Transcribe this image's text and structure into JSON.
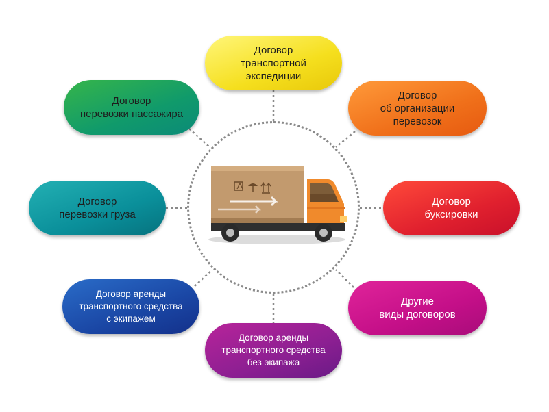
{
  "diagram": {
    "nodes": [
      {
        "id": "n-expedition",
        "label": "Договор\nтранспортной\nэкспедиции",
        "theme": "dark",
        "small": false
      },
      {
        "id": "n-passenger",
        "label": "Договор\nперевозки пассажира",
        "theme": "dark",
        "small": false
      },
      {
        "id": "n-organize",
        "label": "Договор\nоб организации\nперевозок",
        "theme": "dark",
        "small": false
      },
      {
        "id": "n-cargo",
        "label": "Договор\nперевозки груза",
        "theme": "dark",
        "small": false
      },
      {
        "id": "n-towing",
        "label": "Договор\nбуксировки",
        "theme": "light",
        "small": false
      },
      {
        "id": "n-crew",
        "label": "Договор аренды\nтранспортного средства\nс экипажем",
        "theme": "light",
        "small": true
      },
      {
        "id": "n-other",
        "label": "Другие\nвиды договоров",
        "theme": "light",
        "small": false
      },
      {
        "id": "n-nocrew",
        "label": "Договор аренды\nтранспортного средства\nбез экипажа",
        "theme": "light",
        "small": true
      }
    ],
    "hub_icon": "delivery-truck-icon",
    "colors": {
      "expedition": "#f5df1e",
      "passenger": "#109a6b",
      "organize": "#f0701a",
      "cargo": "#0a8f9a",
      "towing": "#e0202e",
      "crew": "#1a46a4",
      "other": "#c40f88",
      "nocrew": "#8c1f92",
      "connector": "#8a8a8a"
    }
  }
}
